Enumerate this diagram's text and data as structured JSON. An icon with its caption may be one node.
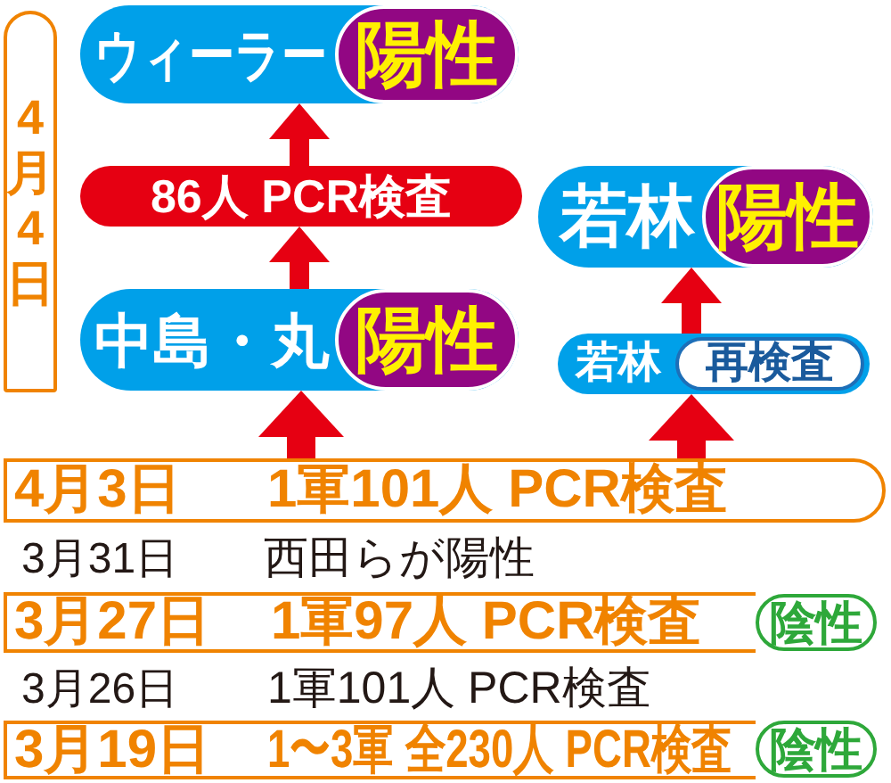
{
  "diagram": {
    "nodes": [
      {
        "text": [
          "4月4日"
        ]
      },
      {
        "text": [
          "ウィーラー"
        ]
      },
      {
        "text": [
          "陽性"
        ],
        "in": 1
      },
      {
        "text": [
          "86人 PCR検査"
        ]
      },
      {
        "text": [
          "若林"
        ]
      },
      {
        "text": [
          "陽性"
        ],
        "in": 4
      },
      {
        "text": [
          "中島・丸"
        ]
      },
      {
        "text": [
          "陽性"
        ],
        "in": 6
      },
      {
        "text": [
          "若林"
        ]
      },
      {
        "text": [
          "再検査"
        ],
        "in": 8
      },
      {
        "text": [
          "4月3日",
          "1軍101人 PCR検査"
        ]
      },
      {
        "text": [
          "3月27日",
          "1軍97人 PCR検査"
        ]
      },
      {
        "text": [
          "陰性"
        ]
      },
      {
        "text": [
          "3月19日",
          "1〜3軍 全230人 PCR検査"
        ]
      },
      {
        "text": [
          "陰性"
        ]
      }
    ],
    "edges": [
      {
        "from": 3,
        "to": 1,
        "arrow": "to"
      },
      {
        "from": 8,
        "to": 4,
        "arrow": "to"
      },
      {
        "from": 6,
        "to": 3,
        "arrow": "to"
      },
      {
        "from": 10,
        "to": 6,
        "arrow": "to"
      },
      {
        "from": 10,
        "to": 8,
        "arrow": "to"
      }
    ],
    "labels": [
      "3月31日",
      "西田らが陽性",
      "3月26日",
      "1軍101人 PCR検査"
    ]
  }
}
